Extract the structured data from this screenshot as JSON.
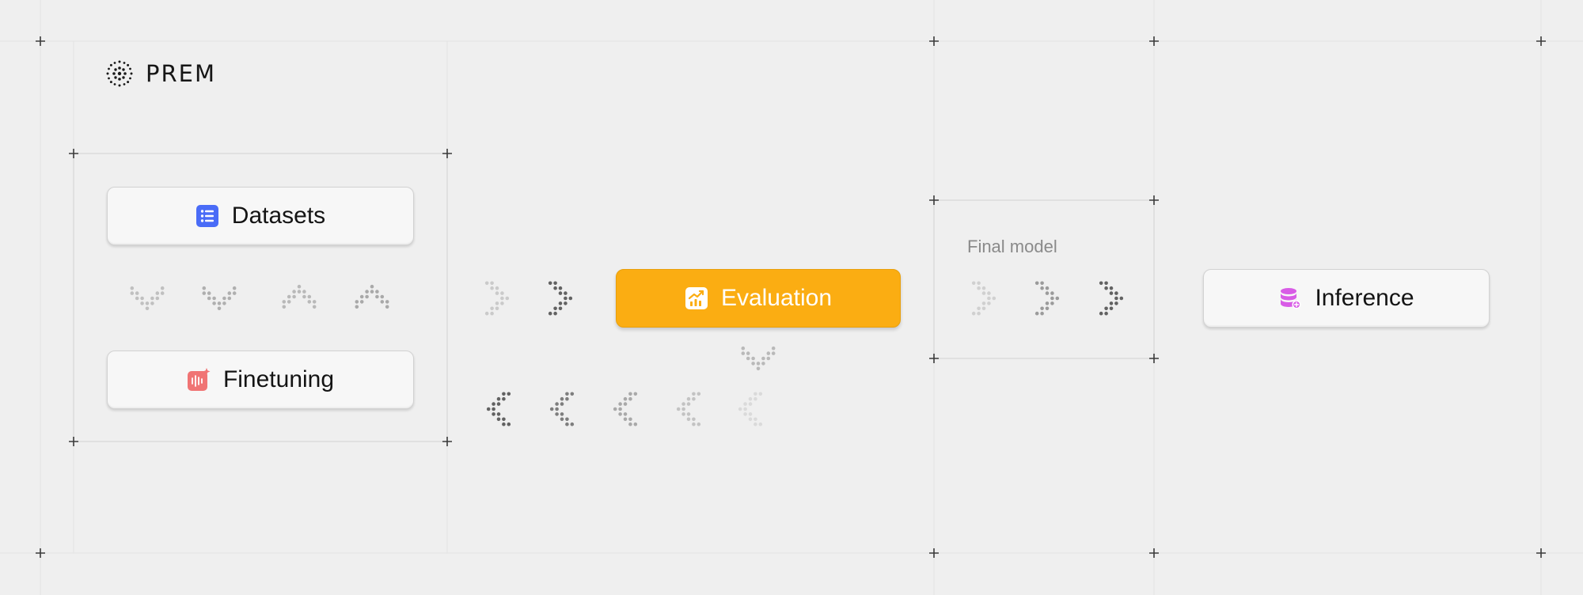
{
  "brand": {
    "name": "PREM"
  },
  "nodes": {
    "datasets": "Datasets",
    "finetuning": "Finetuning",
    "evaluation": "Evaluation",
    "inference": "Inference"
  },
  "labels": {
    "final_model": "Final model"
  },
  "icons": {
    "logo": "prem-dot-flower-icon",
    "datasets": "list-icon",
    "finetuning": "audio-sparkle-icon",
    "evaluation": "chart-up-icon",
    "inference": "database-icon"
  },
  "colors": {
    "accent": "#fbad12",
    "datasets_icon": "#4a6cf7",
    "finetuning_icon": "#f07474",
    "inference_icon": "#d85ce6",
    "background": "#efefef"
  },
  "flow_arrows": [
    {
      "from": "datasets",
      "to": "finetuning",
      "direction": "down"
    },
    {
      "from": "finetuning",
      "to": "datasets",
      "direction": "up"
    },
    {
      "from": "finetuning",
      "to": "evaluation",
      "direction": "right"
    },
    {
      "from": "evaluation",
      "to": "finetuning",
      "direction": "left"
    },
    {
      "from": "evaluation",
      "to": "inference",
      "direction": "right",
      "label": "Final model"
    }
  ]
}
